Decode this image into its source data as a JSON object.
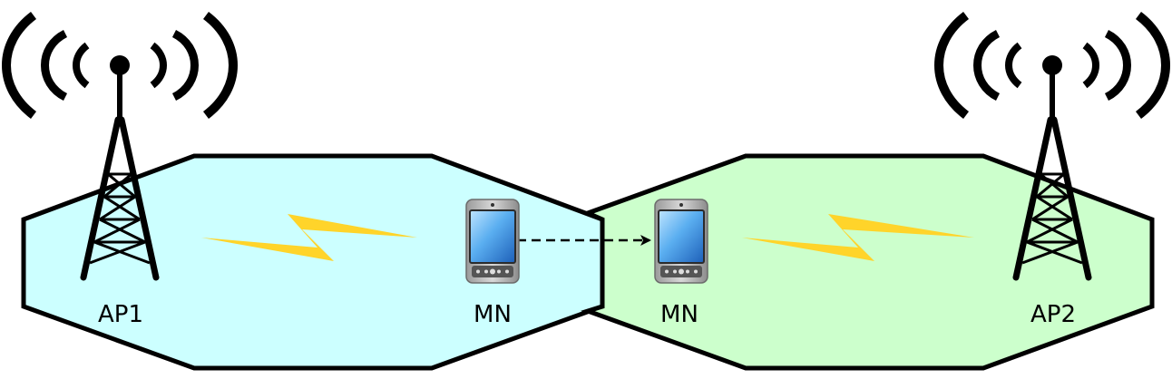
{
  "diagram": {
    "nodes": [
      {
        "id": "ap1",
        "type": "access-point-tower",
        "label": "AP1"
      },
      {
        "id": "mn1",
        "type": "mobile-node",
        "label": "MN"
      },
      {
        "id": "mn2",
        "type": "mobile-node",
        "label": "MN"
      },
      {
        "id": "ap2",
        "type": "access-point-tower",
        "label": "AP2"
      }
    ],
    "cells": [
      {
        "id": "cell-ap1",
        "color": "#ccffff"
      },
      {
        "id": "cell-ap2",
        "color": "#ccffcc"
      }
    ],
    "edges": [
      {
        "from": "ap1",
        "to": "mn1",
        "type": "wireless-link",
        "icon": "lightning-bolt",
        "color": "#ffd42a"
      },
      {
        "from": "ap2",
        "to": "mn2",
        "type": "wireless-link",
        "icon": "lightning-bolt",
        "color": "#ffd42a"
      },
      {
        "from": "mn1",
        "to": "mn2",
        "type": "handover-movement",
        "style": "dashed-arrow"
      }
    ]
  }
}
